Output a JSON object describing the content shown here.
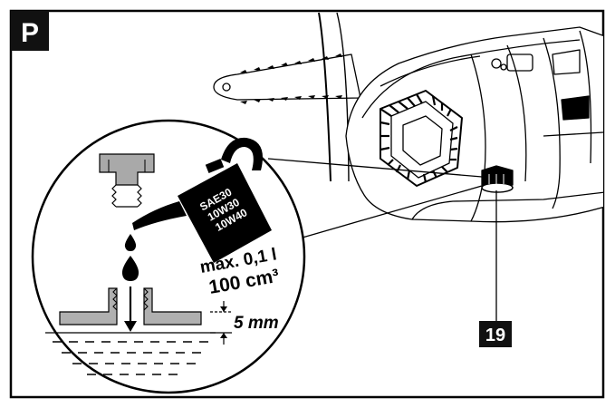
{
  "panel_letter": "P",
  "callout_number": "19",
  "oil_grades": [
    "SAE30",
    "10W30",
    "10W40"
  ],
  "capacity_text": "max. 0,1 l",
  "volume_text": "100 cm³",
  "depth_text": "5 mm",
  "icons": {
    "oil_can": "oil-can-icon",
    "filler_cap": "filler-cap-icon",
    "drop": "oil-drop-icon"
  }
}
